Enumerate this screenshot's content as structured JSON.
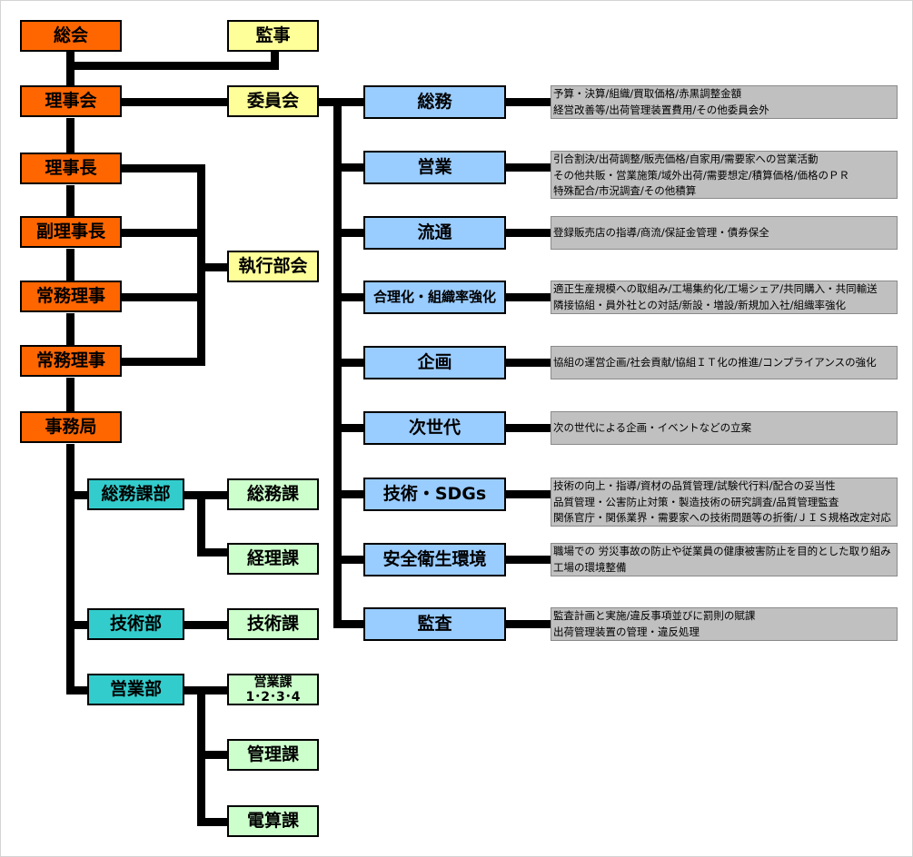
{
  "top": {
    "soukai": "総会",
    "kanji": "監事",
    "rijikai": "理事会",
    "iinkai": "委員会",
    "rijichou": "理事長",
    "fukurijichou": "副理事長",
    "joumu1": "常務理事",
    "joumu2": "常務理事",
    "shikkoubukai": "執行部会",
    "jimukyoku": "事務局"
  },
  "committees": [
    {
      "name": "総務",
      "desc": [
        "予算・決算/組織/買取価格/赤黒調整金額",
        "経営改善等/出荷管理装置費用/その他委員会外"
      ]
    },
    {
      "name": "営業",
      "desc": [
        "引合割決/出荷調整/販売価格/自家用/需要家への営業活動",
        "その他共販・営業施策/域外出荷/需要想定/積算価格/価格のＰＲ",
        "特殊配合/市況調査/その他積算"
      ]
    },
    {
      "name": "流通",
      "desc": [
        "登録販売店の指導/商流/保証金管理・債券保全"
      ]
    },
    {
      "name": "合理化・組織率強化",
      "desc": [
        "適正生産規模への取組み/工場集約化/工場シェア/共同購入・共同輸送",
        "隣接協組・員外社との対話/新設・増設/新規加入社/組織率強化"
      ]
    },
    {
      "name": "企画",
      "desc": [
        "協組の運営企画/社会貢献/協組ＩＴ化の推進/コンプライアンスの強化"
      ]
    },
    {
      "name": "次世代",
      "desc": [
        "次の世代による企画・イベントなどの立案"
      ]
    },
    {
      "name": "技術・SDGs",
      "desc": [
        "技術の向上・指導/資材の品質管理/試験代行料/配合の妥当性",
        "品質管理・公害防止対策・製造技術の研究調査/品質管理監査",
        "関係官庁・関係業界・需要家への技術問題等の折衝/ＪＩＳ規格改定対応"
      ]
    },
    {
      "name": "安全衛生環境",
      "desc": [
        "職場での 労災事故の防止や従業員の健康被害防止を目的とした取り組み",
        "工場の環境整備"
      ]
    },
    {
      "name": "監査",
      "desc": [
        "監査計画と実施/違反事項並びに罰則の賦課",
        "出荷管理装置の管理・違反処理"
      ]
    }
  ],
  "departments": {
    "soumukabu": "総務課部",
    "gijutsubu": "技術部",
    "eigyoubu": "営業部",
    "soumuka": "総務課",
    "keirika": "経理課",
    "gijutsuka": "技術課",
    "eigyouka_1": "営業課",
    "eigyouka_2": "1･2･3･4",
    "kanrika": "管理課",
    "densanka": "電算課"
  },
  "colors": {
    "executive": "#ff6600",
    "auditor_committee": "#ffff99",
    "committee": "#99ccff",
    "department": "#33cccc",
    "section": "#ccffcc",
    "description": "#c0c0c0"
  }
}
